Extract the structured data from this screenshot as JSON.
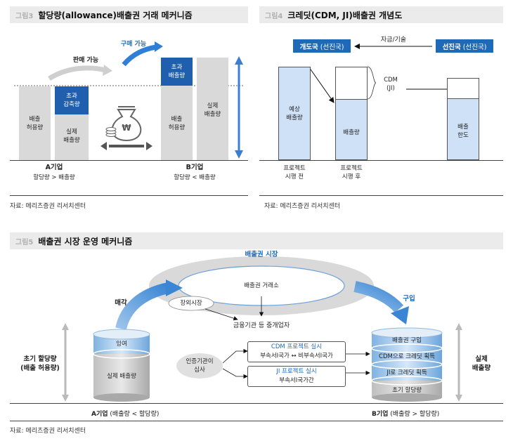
{
  "fig3": {
    "num": "그림3",
    "title": "할당량(allowance)배출권 거래 메커니즘",
    "sell_label": "판매 가능",
    "buy_label": "구매 가능",
    "a_allowance": "배출\n허용량",
    "a_excess_reduction": "초과\n감축량",
    "a_actual": "실제\n배출량",
    "b_excess": "초과\n배출량",
    "b_allowance": "배출\n허용량",
    "b_actual": "실제\n배출량",
    "currency": "₩",
    "a_company": "A기업",
    "a_relation": "할당량 > 배출량",
    "b_company": "B기업",
    "b_relation": "할당량 < 배출량",
    "source": "자료: 메리츠증권 리서치센터"
  },
  "fig4": {
    "num": "그림4",
    "title": "크레딧(CDM, JI)배출권 개념도",
    "funds_label": "자금/기술",
    "developing": "개도국",
    "developing_sub": "(선진국)",
    "advanced": "선진국",
    "advanced_sub": "(선진국)",
    "expected": "예상\n배출량",
    "emission": "배출량",
    "cdm": "CDM\n(JI)",
    "limit": "배출\n한도",
    "before": "프로젝트\n시행 전",
    "after": "프로젝트\n시행 후",
    "source": "자료: 메리츠증권 리서치센터"
  },
  "fig5": {
    "num": "그림5",
    "title": "배출권 시장 운영 메커니즘",
    "market": "배출권 시장",
    "exchange": "배출권 거래소",
    "otc": "장외시장",
    "broker": "금융기관 등 중개업자",
    "sell": "매각",
    "buy": "구입",
    "initial": "초기 할당량\n(배출 허용량)",
    "actual_right": "실제\n배출량",
    "surplus": "잉여",
    "actual": "실제 배출량",
    "cert": "인증기관이\n심사",
    "cdm_title": "CDM 프로젝트 실시",
    "cdm_sub": "부속서I국가 ↔ 비부속서I국가",
    "ji_title": "JI 프로젝트 실시",
    "ji_sub": "부속서I국가간",
    "b_buy": "배출권 구입",
    "b_cdm": "CDM으로 크레딧 획득",
    "b_ji": "JI로 크레딧 획득",
    "b_initial": "초기 할당량",
    "a_company": "A기업",
    "a_relation": "(배출량 < 할당량)",
    "b_company": "B기업",
    "b_relation": "(배출량 > 할당량)",
    "source": "자료: 메리츠증권 리서치센터"
  },
  "colors": {
    "blue": "#1f5fae",
    "light_blue": "#cfe1f6",
    "gray": "#d9d9d9",
    "arrow_blue": "#5b9bd5"
  }
}
